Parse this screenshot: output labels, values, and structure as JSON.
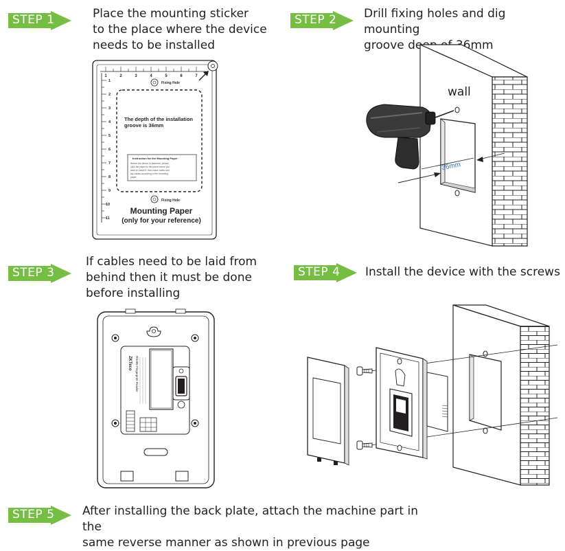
{
  "colors": {
    "badge": "#76bd43",
    "badge_text": "#ffffff",
    "text": "#231f20",
    "label_blue": "#2a6fb5"
  },
  "steps": [
    {
      "badge": "STEP 1",
      "lines": [
        "Place the mounting sticker",
        "to the place where the device",
        "needs to be installed"
      ]
    },
    {
      "badge": "STEP 2",
      "lines": [
        "Drill fixing holes and dig mounting",
        "groove deep of 36mm"
      ]
    },
    {
      "badge": "STEP 3",
      "lines": [
        "If cables need to be laid from",
        "behind then it must be done",
        "before installing"
      ]
    },
    {
      "badge": "STEP 4",
      "lines": [
        "Install the device with the screws"
      ]
    },
    {
      "badge": "STEP 5",
      "lines": [
        "After installing the back plate, attach the machine part in the",
        "same reverse manner as shown in previous page"
      ]
    }
  ],
  "sticker": {
    "ruler_numbers": [
      "1",
      "2",
      "3",
      "4",
      "5",
      "6",
      "7"
    ],
    "side_numbers": [
      "1",
      "2",
      "3",
      "4",
      "5",
      "6",
      "7",
      "8",
      "9",
      "10",
      "11"
    ],
    "fixing_hole_top": "Fixing Hole",
    "fixing_hole_bottom": "Fixing Hole",
    "depth_line1": "The depth of the installation",
    "depth_line2": "groove is 36mm",
    "instr_title": "Instruction for the Mounting Paper",
    "instr_lines": [
      "Before the device is fastened, please",
      "stick the paper to the place where you",
      "want to install it, then make holes and",
      "lay cables according to the mounting",
      "paper."
    ],
    "title": "Mounting Paper",
    "subtitle": "(only for your reference)"
  },
  "wall": {
    "label": "wall",
    "dimension": "36mm"
  },
  "device_back": {
    "brand": "ZKTeco",
    "model": "RS485 Fingerprint Reader"
  },
  "icons": [
    "arrow-icon",
    "screw-icon",
    "fixing-hole-icon"
  ]
}
